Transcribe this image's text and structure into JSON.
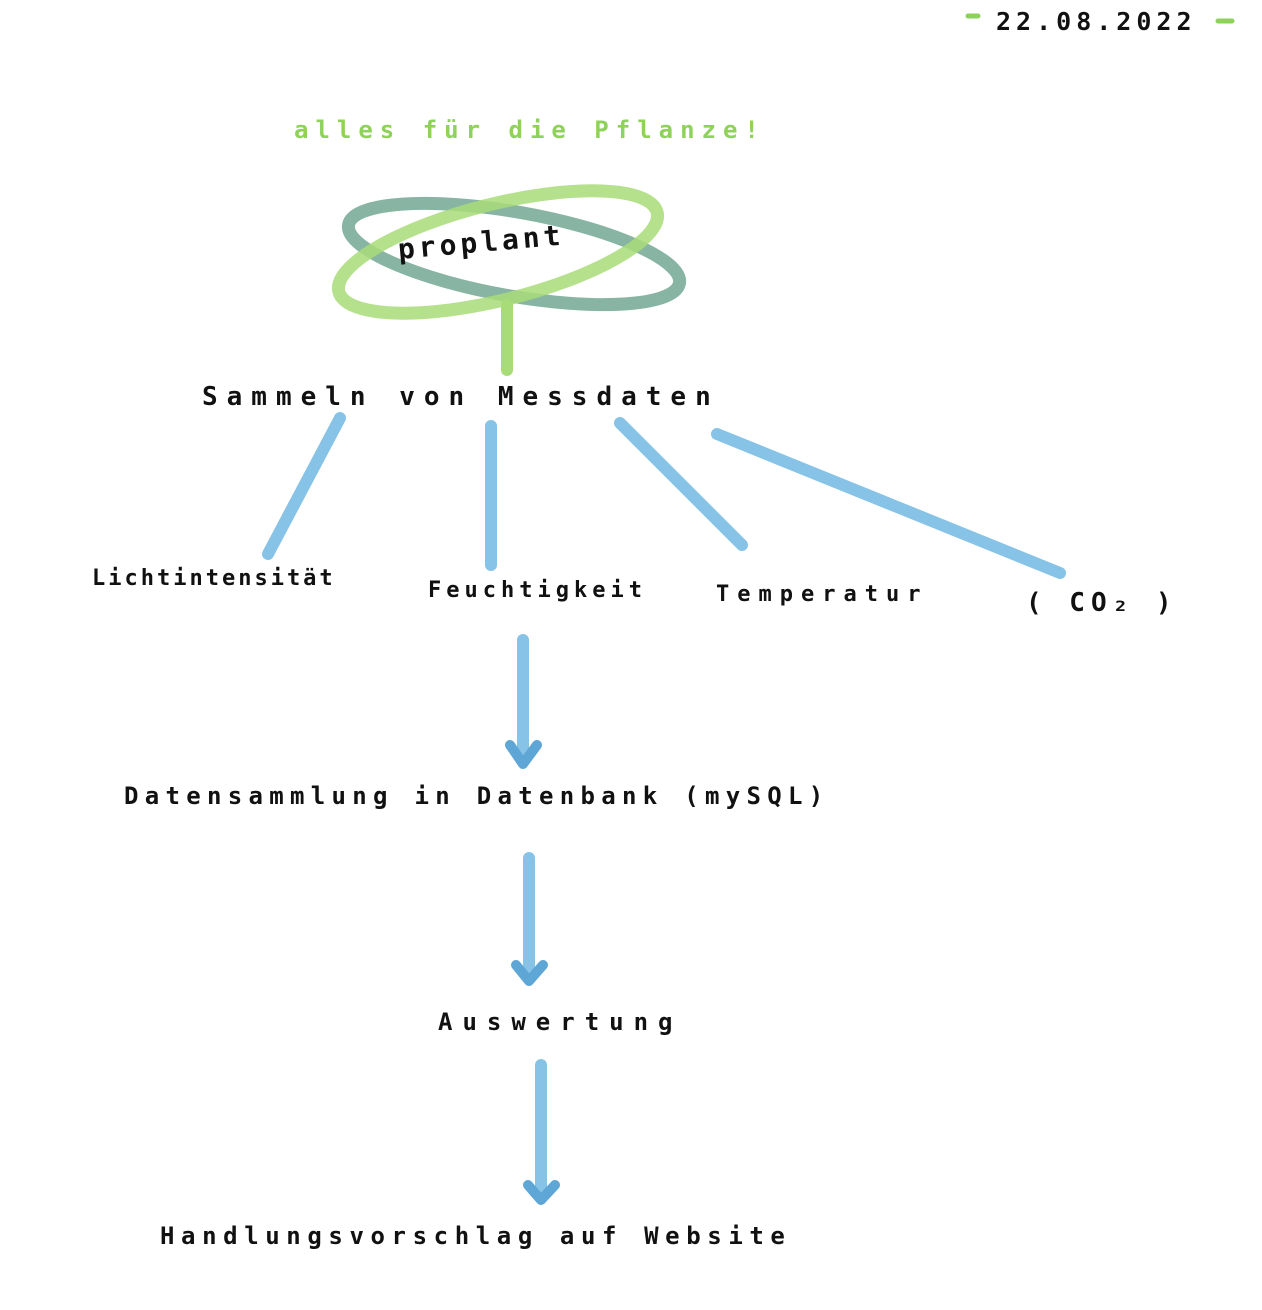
{
  "header": {
    "date": "22.08.2022",
    "date_dash": "-"
  },
  "tagline": "alles für die Pflanze!",
  "brand": "proplant",
  "nodes": {
    "collect": "Sammeln von Messdaten",
    "light": "Lichtintensität",
    "humidity": "Feuchtigkeit",
    "temperature": "Temperatur",
    "co2": "( CO₂ )",
    "database": "Datensammlung in Datenbank (mySQL)",
    "analysis": "Auswertung",
    "recommendation": "Handlungsvorschlag auf Website"
  },
  "colors": {
    "accent_green": "#8fd25a",
    "logo_ring_dark": "#6aa38c",
    "logo_ring_light": "#a8dc78",
    "connector_blue": "#86c3e6",
    "ink": "#111111"
  }
}
